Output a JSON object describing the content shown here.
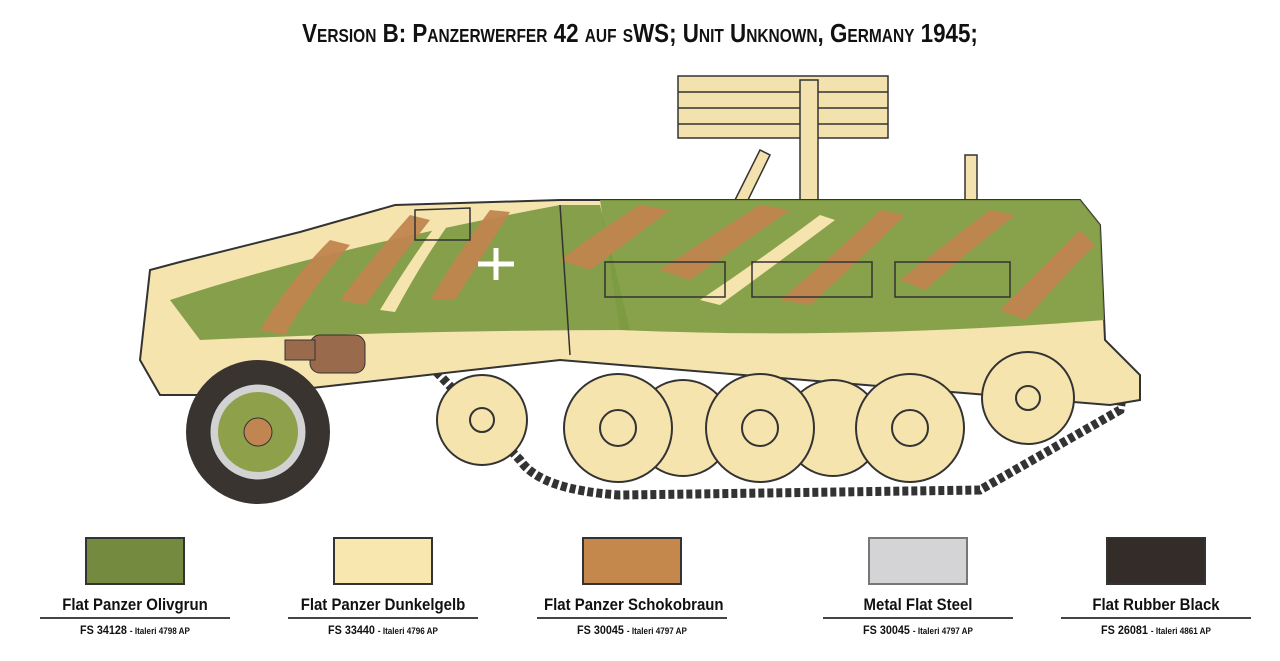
{
  "title": "Version  B: Panzerwerfer 42 auf sWS; Unit Unknown, Germany 1945;",
  "colors": [
    {
      "name": "Flat Panzer Olivgrun",
      "fs": "FS 34128",
      "ref": "- Italeri 4798 AP",
      "hex": "#748a3e"
    },
    {
      "name": "Flat Panzer Dunkelgelb",
      "fs": "FS 33440",
      "ref": "- Italeri 4796 AP",
      "hex": "#f8e8b0"
    },
    {
      "name": "Flat Panzer Schokobraun",
      "fs": "FS 30045",
      "ref": "- Italeri 4797 AP",
      "hex": "#c4874c"
    },
    {
      "name": "Metal Flat Steel",
      "fs": "FS 30045",
      "ref": "- Italeri 4797 AP",
      "hex": "#d4d4d6"
    },
    {
      "name": "Flat Rubber Black",
      "fs": "FS 26081",
      "ref": "- Italeri 4861 AP",
      "hex": "#332c29"
    }
  ]
}
